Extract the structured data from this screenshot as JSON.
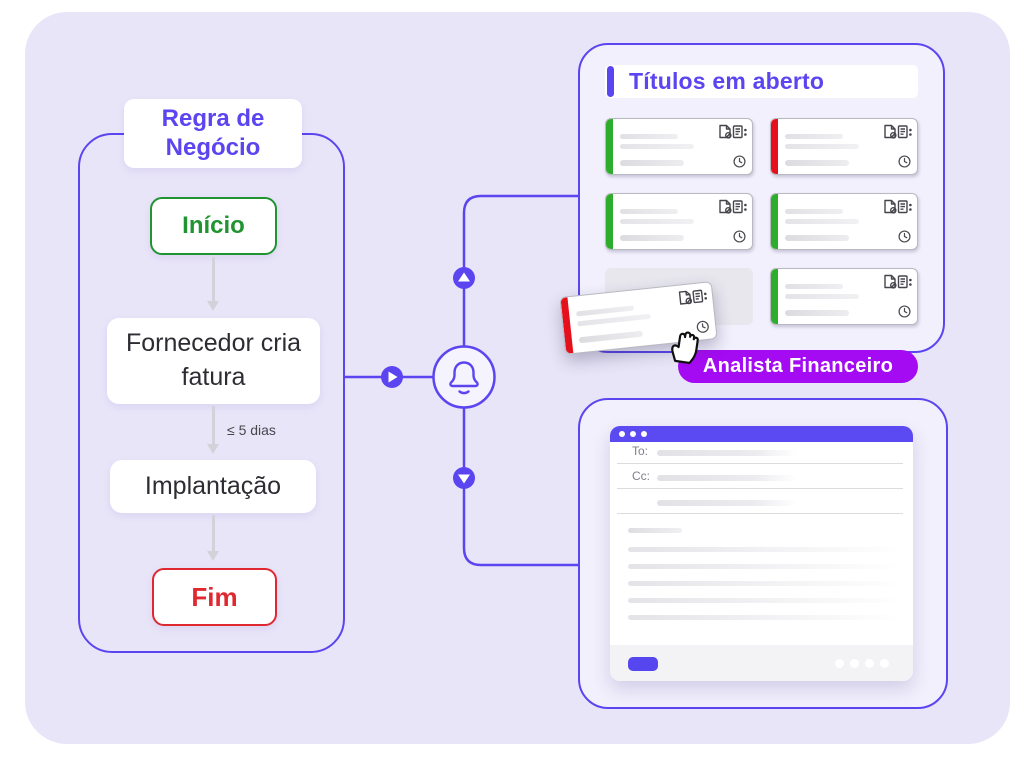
{
  "colors": {
    "canvas_bg": "#e9e5f8",
    "panel_bg": "#f2f0fc",
    "primary_purple": "#5b45f0",
    "titlebar_purple": "#5b49f1",
    "button_purple": "#5546f0",
    "badge_purple": "#a50bf2",
    "start_green": "#1f9430",
    "end_red": "#e02830",
    "card_green": "#2cae2c",
    "card_red": "#e5101c",
    "placeholder_gray": "#e8e7ee"
  },
  "business_rule": {
    "title": "Regra de Negócio",
    "start_label": "Início",
    "step1_label": "Fornecedor cria fatura",
    "edge_label": "≤ 5 dias",
    "step2_label": "Implantação",
    "end_label": "Fim"
  },
  "notification": {
    "icon": "bell-icon",
    "arrow_markers": [
      "right",
      "up",
      "down"
    ]
  },
  "open_titles": {
    "title": "Títulos em aberto",
    "cards": [
      {
        "status": "green"
      },
      {
        "status": "red"
      },
      {
        "status": "green"
      },
      {
        "status": "green"
      },
      {
        "status": "placeholder"
      },
      {
        "status": "green"
      }
    ],
    "dragged_card": {
      "status": "red"
    }
  },
  "actor_badge": {
    "label": "Analista Financeiro"
  },
  "email_window": {
    "to_label": "To:",
    "cc_label": "Cc:",
    "window_control_dots": 3,
    "body_short_line": true,
    "body_line_count": 5,
    "footer_dot_count": 4
  }
}
